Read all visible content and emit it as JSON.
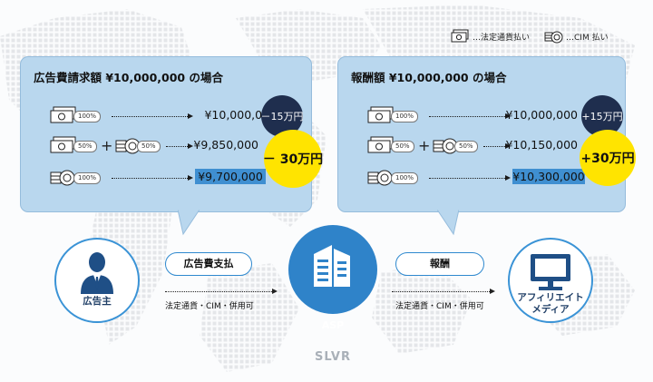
{
  "legend": {
    "fiat_label": "…法定通貨払い",
    "cim_label": "…CIM 払い"
  },
  "symbols": {
    "plus": "+"
  },
  "left_panel": {
    "title": "広告費請求額 ¥10,000,000 の場合",
    "rows": [
      {
        "fiat_pct": "100%",
        "amount": "¥10,000,000"
      },
      {
        "fiat_pct": "50%",
        "cim_pct": "50%",
        "amount": "¥9,850,000"
      },
      {
        "cim_pct": "100%",
        "amount": "¥9,700,000"
      }
    ],
    "small_circle": "－15万円",
    "big_circle": "－ 30万円"
  },
  "right_panel": {
    "title": "報酬額 ¥10,000,000 の場合",
    "rows": [
      {
        "fiat_pct": "100%",
        "amount": "¥10,000,000"
      },
      {
        "fiat_pct": "50%",
        "cim_pct": "50%",
        "amount": "¥10,150,000"
      },
      {
        "cim_pct": "100%",
        "amount": "¥10,300,000"
      }
    ],
    "small_circle": "+15万円",
    "big_circle": "+30万円"
  },
  "flows": {
    "left": {
      "label": "広告費支払",
      "note": "法定通貨・CIM・併用可"
    },
    "right": {
      "label": "報酬",
      "note": "法定通貨・CIM・併用可"
    }
  },
  "nodes": {
    "advertiser": "広告主",
    "asp": "ASP",
    "affiliate_line1": "アフィリエイト",
    "affiliate_line2": "メディア"
  },
  "watermark": "SLVR",
  "colors": {
    "bubble": "#b9d7ee",
    "accent_blue": "#2f83c9",
    "navy": "#1f2e4e",
    "yellow": "#ffe400",
    "highlight": "#3f8fd1"
  }
}
